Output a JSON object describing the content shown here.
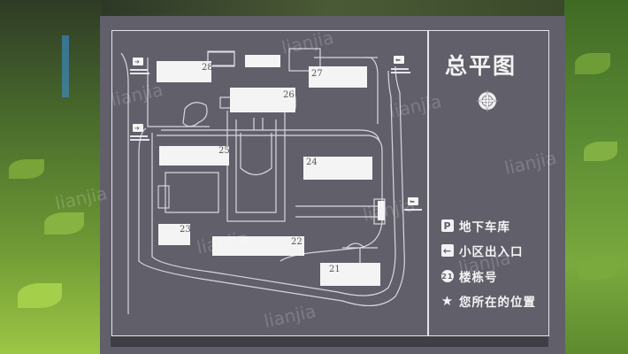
{
  "sign": {
    "title": "总平图",
    "legend": [
      {
        "icon": "parking-icon",
        "glyph": "P",
        "label": "地下车库"
      },
      {
        "icon": "entrance-arrow-icon",
        "glyph": "←",
        "label": "小区出入口"
      },
      {
        "icon": "building-number-icon",
        "glyph": "21",
        "label": "楼栋号"
      },
      {
        "icon": "star-icon",
        "glyph": "★",
        "label": "您所在的位置"
      }
    ]
  },
  "map": {
    "buildings": [
      {
        "number": "28"
      },
      {
        "number": "27"
      },
      {
        "number": "26"
      },
      {
        "number": "25"
      },
      {
        "number": "24"
      },
      {
        "number": "23"
      },
      {
        "number": "22"
      },
      {
        "number": "21"
      }
    ]
  },
  "watermark": "lianjia",
  "colors": {
    "board": "#615f6a",
    "lines": "#e6e4ea",
    "buildings": "#f4f4f4",
    "foliage": "#4f7a2e"
  }
}
